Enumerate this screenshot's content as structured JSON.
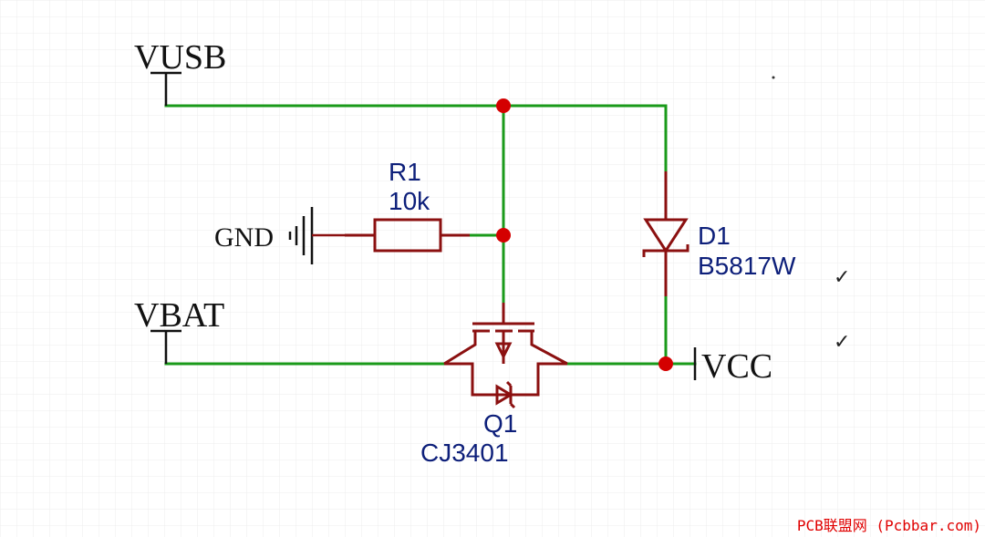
{
  "colors": {
    "wire": "#1a9a1a",
    "component": "#8b1010",
    "junction": "#d40000",
    "designator": "#0d1f7a",
    "net_label": "#111111",
    "grid": "#e4e4e4",
    "watermark": "#e00000"
  },
  "nets": {
    "vusb": "VUSB",
    "vbat": "VBAT",
    "gnd": "GND",
    "vcc": "VCC"
  },
  "components": {
    "r1": {
      "ref": "R1",
      "value": "10k"
    },
    "d1": {
      "ref": "D1",
      "value": "B5817W"
    },
    "q1": {
      "ref": "Q1",
      "value": "CJ3401"
    }
  },
  "marks": {
    "check": "✓"
  },
  "watermark": "PCB联盟网 (Pcbbar.com)"
}
